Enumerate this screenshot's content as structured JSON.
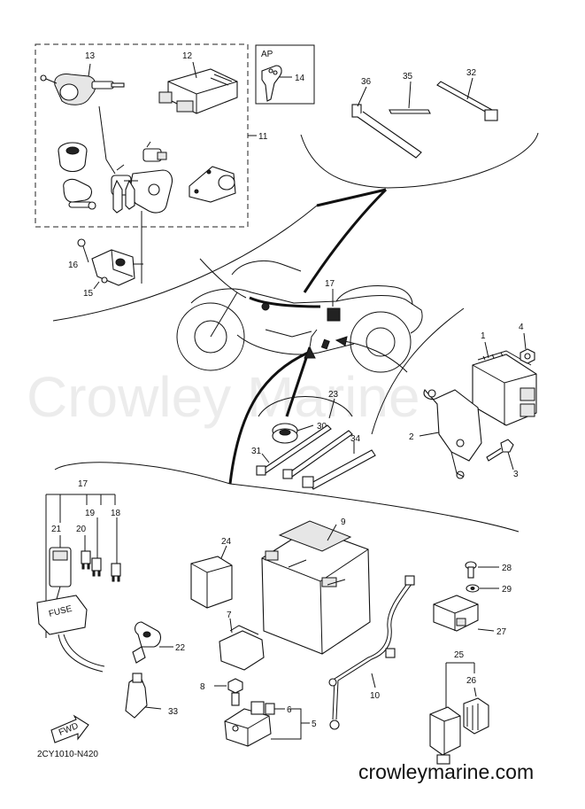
{
  "watermark": "Crowley Marine",
  "site_url": "crowleymarine.com",
  "diagram_code": "2CY1010-N420",
  "ap_label": "AP",
  "fwd_label": "FWD",
  "fuse_label": "FUSE",
  "callouts": {
    "c1": "1",
    "c2": "2",
    "c3": "3",
    "c4": "4",
    "c5": "5",
    "c6": "6",
    "c7": "7",
    "c8": "8",
    "c9": "9",
    "c10": "10",
    "c11": "11",
    "c12": "12",
    "c13": "13",
    "c14": "14",
    "c15": "15",
    "c16": "16",
    "c17a": "17",
    "c17b": "17",
    "c18": "18",
    "c19": "19",
    "c20": "20",
    "c21": "21",
    "c22": "22",
    "c23": "23",
    "c24": "24",
    "c25": "25",
    "c26": "26",
    "c27": "27",
    "c28": "28",
    "c29": "29",
    "c30": "30",
    "c31": "31",
    "c32": "32",
    "c33": "33",
    "c34": "34",
    "c35": "35",
    "c36": "36"
  }
}
